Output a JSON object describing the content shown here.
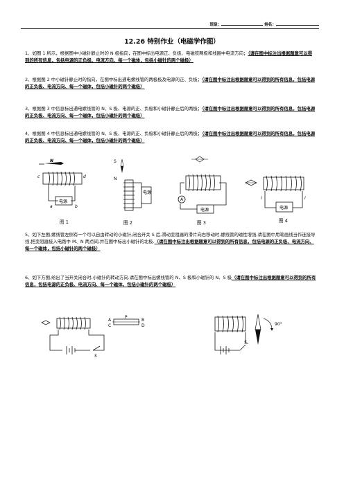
{
  "header": {
    "class_label": "班级：",
    "name_label": "姓名："
  },
  "title": "12.26 特别作业（电磁学作图）",
  "questions": [
    {
      "text": "1、如图 1 所示，根据图中小磁针静止时的 N 极指向，在图中标出电源正、负极、电磁铁两极和线圈中电流方向；",
      "emphasis": "（请在图中标注出根据题意可以得到的所有信息，包括电源的正负极、电流方向、每一个磁体，包括小磁针的两个磁极）"
    },
    {
      "text": "2、根据图 2 中小磁针静止时的指向，在图中标出通电螺线管的两极极及电源的正、负极；",
      "emphasis": "（请在图中标注出根据题意可以得到的所有信息，包括电源的正负极、电流方向、每一个磁体，包括小磁针的两个磁极）"
    },
    {
      "text": "3、根据图 3 中信息标出通电螺线管的 N、S 极、电源的正、负极和小磁针静止后的两极；",
      "emphasis": "（请在图中标注出根据题意可以得到的所有信息，包括电源的正负极、电流方向、每一个磁体，包括小磁针的两个磁极）"
    },
    {
      "text": "4、根据图 4 中信息标出通电螺线管的 N、S 极、电源的正、负极和小磁针静止后的两极；",
      "emphasis": "（请在图中标注出根据题意可以得到的所有信息，包括电源的正负极、电流方向、每一个磁体，包括小磁针的两个磁极）"
    },
    {
      "text": "5、如下左图,螺线管左侧有一个可以自由转动的小磁针,闭合开关 S 后,滑动变阻器的滑片向右移动时,螺线管的磁性增强,请在图中用笔画线当作连接导线,把变阻器接入电路中 M、N 两点间,并在图中标出小磁针的北极.",
      "emphasis": "（请在图中标注出根据题意可以得到的所有信息，包括电源的正负极、电流方向、每一个磁体，包括小磁针的两个磁极）"
    },
    {
      "text": "6、如下方图,给出了当开关闭合时,小磁针的转动方向.请在图中标出螺线管的 N、S 极和小磁针的 N、S 极",
      "emphasis": "（请在图中标注出根据题意可以得到的所有信息，包括电源的正负极、电流方向、每一个磁体，包括小磁针的两个磁极）"
    }
  ],
  "figures": {
    "fig1": {
      "caption": "图 1",
      "needle_label": "N",
      "label_c": "c",
      "label_d": "d",
      "label_a": "a",
      "label_b": "b",
      "source": "电源"
    },
    "fig2": {
      "caption": "图 2",
      "label_s": "S",
      "label_n": "N",
      "source": "电源"
    },
    "fig3": {
      "caption": "图 3",
      "meter": "A",
      "source": "电源"
    },
    "fig4": {
      "caption": "图 4",
      "label_i1": "I",
      "label_i2": "I",
      "source": "电源"
    },
    "fig5": {
      "label_a": "A",
      "label_c": "C",
      "label_b": "B",
      "label_d": "D",
      "label_p": "P",
      "label_s": "S"
    },
    "fig6": {
      "label_s": "S",
      "angle": "90°"
    }
  }
}
